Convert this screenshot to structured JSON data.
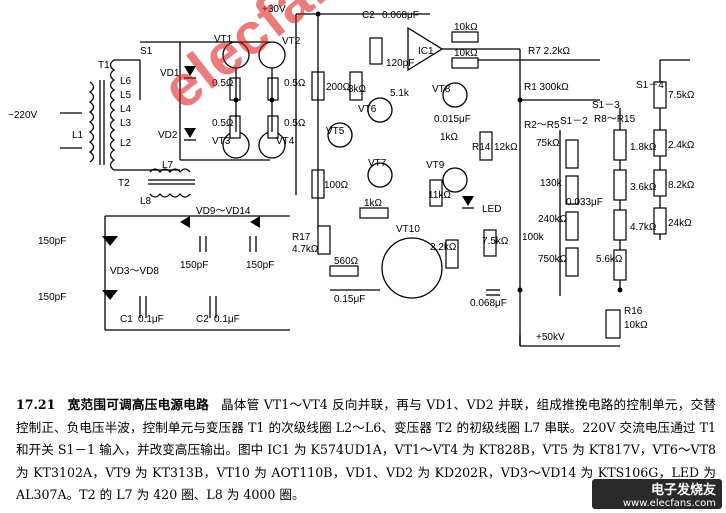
{
  "diagram": {
    "supply_top": "+30V",
    "supply_bottom": "+50kV",
    "ac_input": "~220V",
    "transformer_t1": "T1",
    "transformer_t2": "T2",
    "switch_s1": "S1",
    "coils": [
      "L6",
      "L5",
      "L4",
      "L3",
      "L2",
      "L1",
      "L7",
      "L8"
    ],
    "transistors": [
      "VT1",
      "VT2",
      "VT3",
      "VT4",
      "VT5",
      "VT6",
      "VT7",
      "VT8",
      "VT9",
      "VT10"
    ],
    "diodes": [
      "VD1",
      "VD2"
    ],
    "diode_range_top": "VD9～VD14",
    "diode_range_left": "VD3～VD8",
    "ic": "IC1",
    "led": "LED",
    "caps": {
      "c2": "C2",
      "c2_val": "0.068μF",
      "c120": "120pF",
      "c015": "0.015μF",
      "c015b": "0.15μF",
      "c068": "0.068μF",
      "c0033": "0.033μF",
      "c1": "C1",
      "c1_val": "0.1μF",
      "c2b": "C2",
      "c2b_val": "0.1μF",
      "pf150": "150pF"
    },
    "resistors": {
      "r05a": "0.5Ω",
      "r05b": "0.5Ω",
      "r05c": "0.5Ω",
      "r05d": "0.5Ω",
      "r200": "200Ω",
      "r3k": "3kΩ",
      "r51": "5.1k",
      "r10ka": "10kΩ",
      "r10kb": "10kΩ",
      "r100": "100Ω",
      "r1k": "1kΩ",
      "r1kb": "1kΩ",
      "r12k": "12kΩ",
      "r11k": "11kΩ",
      "r22k": "2.2kΩ",
      "r75k": "7.5kΩ",
      "r560": "560Ω",
      "r47k": "4.7kΩ",
      "r17": "R17",
      "r7": "R7  2.2kΩ",
      "r1": "R1  300kΩ",
      "r2_5": "R2～R5",
      "r75kb": "75kΩ",
      "r130k": "130k",
      "r240k": "240kΩ",
      "r750k": "750kΩ",
      "r8_15": "R8～R15",
      "r18": "1.8kΩ",
      "r36": "3.6kΩ",
      "r47b": "4.7kΩ",
      "r56": "5.6kΩ",
      "r75kc": "7.5kΩ",
      "r24": "2.4kΩ",
      "r82": "8.2kΩ",
      "r24k": "24kΩ",
      "r16": "R16",
      "r16v": "10kΩ",
      "r100b": "100k",
      "r14": "R14"
    },
    "switches": {
      "s1_2": "S1－2",
      "s1_3": "S1－3",
      "s1_4": "S1－4"
    }
  },
  "watermark": "elecfans.com",
  "caption": {
    "number": "17.21",
    "title": "宽范围可调高压电源电路",
    "body": "晶体管 VT1～VT4 反向并联，再与 VD1、VD2 并联，组成推挽电路的控制单元，交替控制正、负电压半波，控制单元与变压器 T1 的次级线圈 L2～L6、变压器 T2 的初级线圈 L7 串联。220V 交流电压通过 T1 和开关 S1－1 输入，并改变高压输出。图中 IC1 为 K574UD1A，VT1～VT4 为 KT828B，VT5 为 KT817V，VT6～VT8 为 KT3102A，VT9 为 KT313B，VT10 为 AOT110B，VD1、VD2 为 KD202R，VD3～VD14 为 KTS106G，LED 为 AL307A。T2 的 L7 为 420 圈、L8 为 4000 圈。"
  },
  "logo": {
    "line1": "电子发烧友",
    "line2": "www.elecfans.com"
  }
}
